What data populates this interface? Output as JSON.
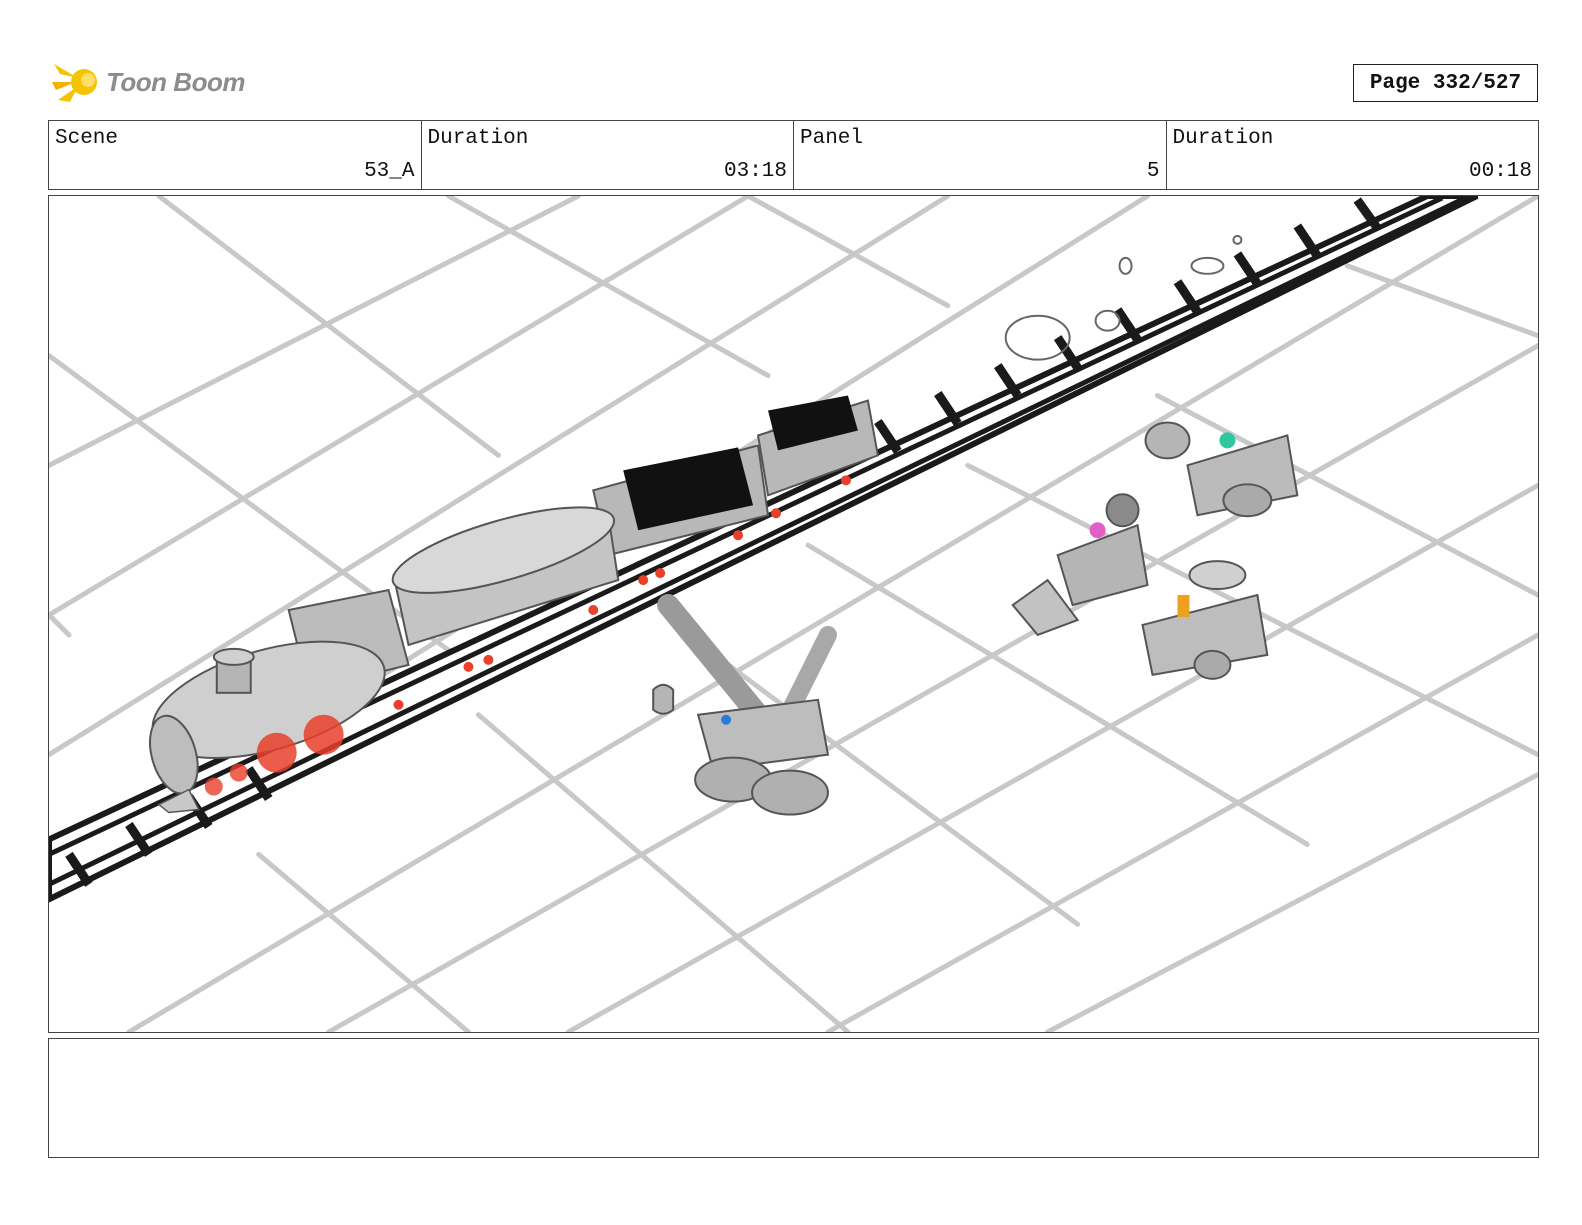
{
  "brand": {
    "name": "Toon Boom",
    "accent": "#f5c400"
  },
  "page": {
    "label": "Page 332/527"
  },
  "header": {
    "scene_label": "Scene",
    "scene_value": "53_A",
    "scene_duration_label": "Duration",
    "scene_duration_value": "03:18",
    "panel_label": "Panel",
    "panel_value": "5",
    "panel_duration_label": "Duration",
    "panel_duration_value": "00:18"
  },
  "notes": {
    "text": ""
  },
  "colors": {
    "grid": "#c8c8c8",
    "track": "#1a1a1a",
    "vehicle": "#bdbdbd",
    "highlight_red": "#e8402a",
    "char_blue": "#2a7ad8",
    "char_pink": "#e060c8",
    "char_teal": "#2ec7a0",
    "char_orange": "#f0a020"
  }
}
